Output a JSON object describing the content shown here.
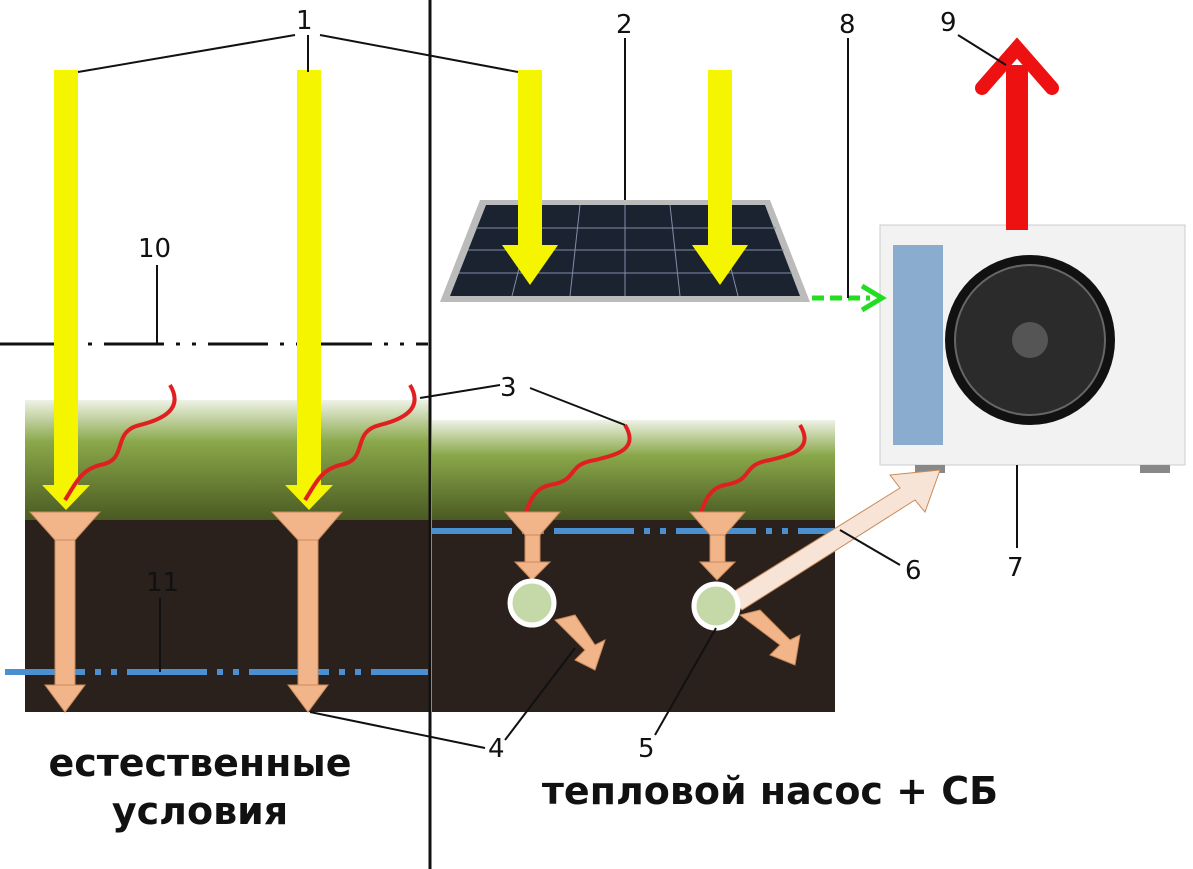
{
  "labels": {
    "n1": "1",
    "n2": "2",
    "n3": "3",
    "n4": "4",
    "n5": "5",
    "n6": "6",
    "n7": "7",
    "n8": "8",
    "n9": "9",
    "n10": "10",
    "n11": "11"
  },
  "captions": {
    "left_line1": "естественные",
    "left_line2": "условия",
    "right": "тепловой насос + СБ"
  },
  "colors": {
    "sun_ray": "#f5f500",
    "heat_wave": "#e02020",
    "soil": "#2a211c",
    "grass": "#5d7a2c",
    "flow_arrow": "#f2b58a",
    "level_line": "#4a8fd0",
    "power_arrow": "#22dd22",
    "output_arrow": "#ee1111"
  }
}
